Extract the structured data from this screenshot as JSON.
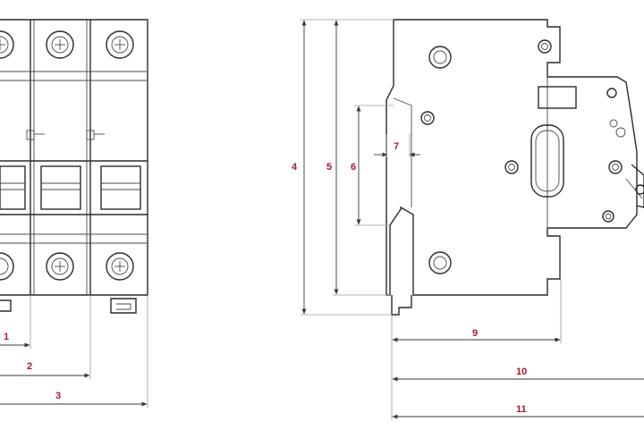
{
  "dimensions": [
    {
      "id": "d1",
      "label": "1"
    },
    {
      "id": "d2",
      "label": "2"
    },
    {
      "id": "d3",
      "label": "3"
    },
    {
      "id": "d4",
      "label": "4"
    },
    {
      "id": "d5",
      "label": "5"
    },
    {
      "id": "d6",
      "label": "6"
    },
    {
      "id": "d7",
      "label": "7"
    },
    {
      "id": "d9",
      "label": "9"
    },
    {
      "id": "d10",
      "label": "10"
    },
    {
      "id": "d11",
      "label": "11"
    }
  ],
  "colors": {
    "line": "#2a2a2a",
    "label": "#b0182a"
  }
}
